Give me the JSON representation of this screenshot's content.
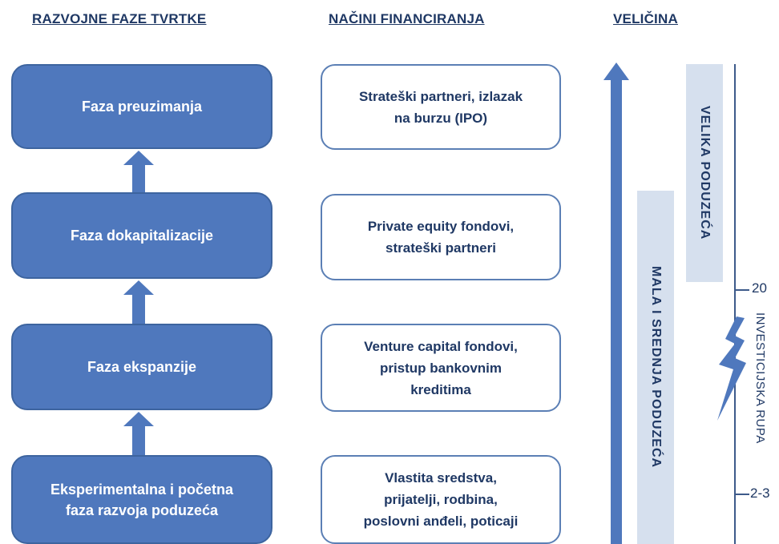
{
  "headers": {
    "phases": "RAZVOJNE FAZE TVRTKE",
    "financing": "NAČINI FINANCIRANJA",
    "size": "VELIČINA"
  },
  "phases": [
    {
      "label": "Faza preuzimanja"
    },
    {
      "label": "Faza dokapitalizacije"
    },
    {
      "label": "Faza ekspanzije"
    },
    {
      "label": "Eksperimentalna i početna faza razvoja poduzeća"
    }
  ],
  "financing": [
    {
      "label": "Strateški partneri, izlazak\nna burzu (IPO)"
    },
    {
      "label": "Private equity fondovi,\nstrateški partneri"
    },
    {
      "label": "Venture capital fondovi,\npristup bankovnim\nkreditima"
    },
    {
      "label": "Vlastita sredstva,\nprijatelji, rodbina,\nposlovni anđeli, poticaji"
    }
  ],
  "size_labels": {
    "large": "VELIKA PODUZEĆA",
    "small_medium": "MALA I SREDNJA PODUZEĆA"
  },
  "scale": {
    "upper_tick": "20",
    "lower_tick": "2-3",
    "gap_label": "INVESTICIJSKA RUPA"
  },
  "colors": {
    "phase_fill": "#4f78bd",
    "arrow": "#4f78bd",
    "text_dark": "#1f3864",
    "band_fill": "#d6e0ee"
  }
}
